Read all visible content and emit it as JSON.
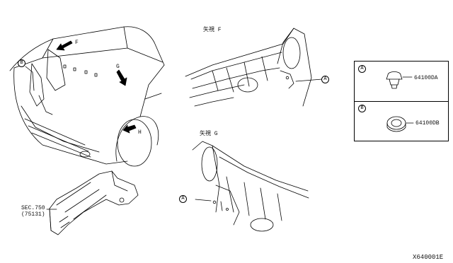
{
  "view_labels": {
    "f": "F",
    "g": "G",
    "h": "H",
    "arrow_f": "矢視 F",
    "arrow_g": "矢視 G"
  },
  "callouts": {
    "a": "A",
    "b": "B"
  },
  "section_ref": {
    "line1": "SEC.750",
    "line2": "(75131)"
  },
  "legend": {
    "rows": [
      {
        "key": "A",
        "part_no": "64100DA"
      },
      {
        "key": "B",
        "part_no": "64100DB"
      }
    ]
  },
  "diagram_id": "X640001E"
}
